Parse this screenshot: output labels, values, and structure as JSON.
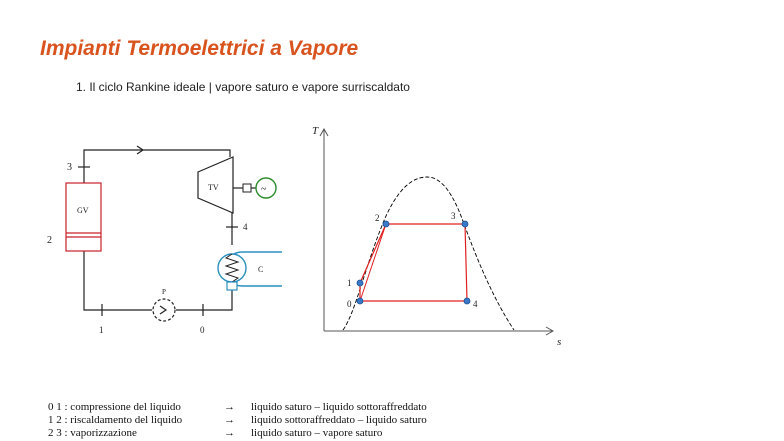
{
  "slide": {
    "title": "Impianti Termoelettrici a Vapore",
    "subtitle": "1. Il ciclo Rankine ideale | vapore saturo e vapore surriscaldato"
  },
  "schematic": {
    "node_labels": {
      "n3": "3",
      "n2": "2",
      "n4": "4",
      "n1": "1",
      "n0": "0"
    },
    "component_labels": {
      "gv": "GV",
      "tv": "TV",
      "c": "C",
      "p": "P"
    },
    "generator_symbol": "~",
    "colors": {
      "boiler_stroke": "#c8202a",
      "condenser_stroke": "#2a8fbf",
      "generator_stroke": "#2a8a2a"
    }
  },
  "ts_diagram": {
    "y_axis_label": "T",
    "x_axis_label": "s",
    "point_labels": {
      "p0": "0",
      "p1": "1",
      "p2": "2",
      "p3": "3",
      "p4": "4"
    },
    "colors": {
      "cycle_line": "#e02020",
      "point_fill": "#3a78c8",
      "dome": "#000000"
    }
  },
  "legend_rows": [
    {
      "left": "0 1  : compressione del liquido",
      "arrow": "→",
      "right": "liquido saturo – liquido sottoraffreddato"
    },
    {
      "left": "1 2  : riscaldamento del liquido",
      "arrow": "→",
      "right": "liquido sottoraffreddato – liquido saturo"
    },
    {
      "left": "2 3  : vaporizzazione",
      "arrow": "→",
      "right": "liquido saturo – vapore saturo"
    }
  ]
}
